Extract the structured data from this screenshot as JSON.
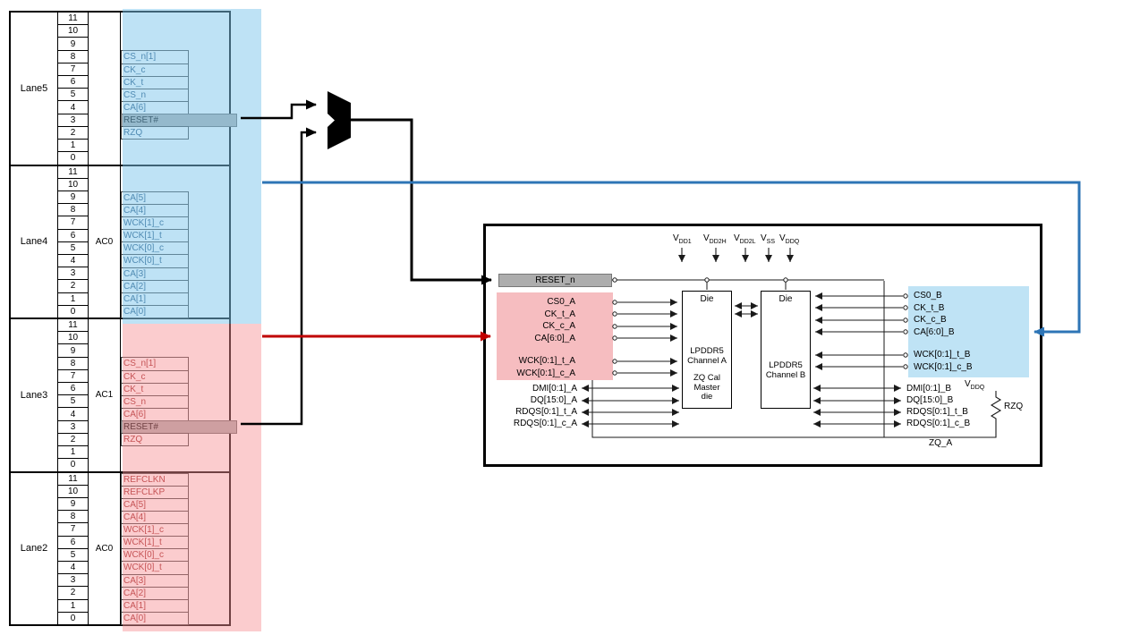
{
  "colors": {
    "blue-overlay": "rgba(125,198,236,0.5)",
    "pink-overlay": "rgba(246,142,146,0.45)",
    "blue-text": "#1f4e79",
    "red-text": "#9c1f1f",
    "gray-fill": "#adadad",
    "chip-pink": "#f6bdc0",
    "chip-blue": "#bfe3f5",
    "arrow-red": "#c00000",
    "arrow-blue": "#2e75b6"
  },
  "lanes": [
    {
      "name": "Lane5",
      "ac": "",
      "tint": "blue",
      "pins": [
        {
          "n": 11,
          "signal": ""
        },
        {
          "n": 10,
          "signal": ""
        },
        {
          "n": 9,
          "signal": ""
        },
        {
          "n": 8,
          "signal": "CS_n[1]"
        },
        {
          "n": 7,
          "signal": "CK_c"
        },
        {
          "n": 6,
          "signal": "CK_t"
        },
        {
          "n": 5,
          "signal": "CS_n"
        },
        {
          "n": 4,
          "signal": "CA[6]"
        },
        {
          "n": 3,
          "signal": "RESET#",
          "reset": true
        },
        {
          "n": 2,
          "signal": "RZQ"
        },
        {
          "n": 1,
          "signal": ""
        },
        {
          "n": 0,
          "signal": ""
        }
      ]
    },
    {
      "name": "Lane4",
      "ac": "AC0",
      "tint": "blue",
      "pins": [
        {
          "n": 11,
          "signal": ""
        },
        {
          "n": 10,
          "signal": ""
        },
        {
          "n": 9,
          "signal": "CA[5]"
        },
        {
          "n": 8,
          "signal": "CA[4]"
        },
        {
          "n": 7,
          "signal": "WCK[1]_c"
        },
        {
          "n": 6,
          "signal": "WCK[1]_t"
        },
        {
          "n": 5,
          "signal": "WCK[0]_c"
        },
        {
          "n": 4,
          "signal": "WCK[0]_t"
        },
        {
          "n": 3,
          "signal": "CA[3]"
        },
        {
          "n": 2,
          "signal": "CA[2]"
        },
        {
          "n": 1,
          "signal": "CA[1]"
        },
        {
          "n": 0,
          "signal": "CA[0]"
        }
      ]
    },
    {
      "name": "Lane3",
      "ac": "AC1",
      "tint": "red",
      "pins": [
        {
          "n": 11,
          "signal": ""
        },
        {
          "n": 10,
          "signal": ""
        },
        {
          "n": 9,
          "signal": ""
        },
        {
          "n": 8,
          "signal": "CS_n[1]"
        },
        {
          "n": 7,
          "signal": "CK_c"
        },
        {
          "n": 6,
          "signal": "CK_t"
        },
        {
          "n": 5,
          "signal": "CS_n"
        },
        {
          "n": 4,
          "signal": "CA[6]"
        },
        {
          "n": 3,
          "signal": "RESET#",
          "reset": true
        },
        {
          "n": 2,
          "signal": "RZQ"
        },
        {
          "n": 1,
          "signal": ""
        },
        {
          "n": 0,
          "signal": ""
        }
      ]
    },
    {
      "name": "Lane2",
      "ac": "AC0",
      "tint": "red",
      "pins": [
        {
          "n": 11,
          "signal": "REFCLKN"
        },
        {
          "n": 10,
          "signal": "REFCLKP"
        },
        {
          "n": 9,
          "signal": "CA[5]"
        },
        {
          "n": 8,
          "signal": "CA[4]"
        },
        {
          "n": 7,
          "signal": "WCK[1]_c"
        },
        {
          "n": 6,
          "signal": "WCK[1]_t"
        },
        {
          "n": 5,
          "signal": "WCK[0]_c"
        },
        {
          "n": 4,
          "signal": "WCK[0]_t"
        },
        {
          "n": 3,
          "signal": "CA[3]"
        },
        {
          "n": 2,
          "signal": "CA[2]"
        },
        {
          "n": 1,
          "signal": "CA[1]"
        },
        {
          "n": 0,
          "signal": "CA[0]"
        }
      ]
    }
  ],
  "chip": {
    "supplies": [
      {
        "prefix": "V",
        "sub": "DD1"
      },
      {
        "prefix": "V",
        "sub": "DD2H"
      },
      {
        "prefix": "V",
        "sub": "DD2L"
      },
      {
        "prefix": "V",
        "sub": "SS"
      },
      {
        "prefix": "V",
        "sub": "DDQ"
      }
    ],
    "reset_label": "RESET_n",
    "die_a": {
      "title": "Die",
      "channel_lines": [
        "LPDDR5",
        "Channel A"
      ],
      "extra_lines": [
        "ZQ Cal",
        "Master",
        "die"
      ]
    },
    "die_b": {
      "title": "Die",
      "channel_lines": [
        "LPDDR5",
        "Channel B"
      ],
      "extra_lines": []
    },
    "channel_a_inputs": [
      "CS0_A",
      "CK_t_A",
      "CK_c_A",
      "CA[6:0]_A",
      "WCK[0:1]_t_A",
      "WCK[0:1]_c_A"
    ],
    "channel_a_dq": [
      "DMI[0:1]_A",
      "DQ[15:0]_A",
      "RDQS[0:1]_t_A",
      "RDQS[0:1]_c_A"
    ],
    "channel_b_inputs": [
      "CS0_B",
      "CK_t_B",
      "CK_c_B",
      "CA[6:0]_B",
      "WCK[0:1]_t_B",
      "WCK[0:1]_c_B"
    ],
    "channel_b_dq": [
      "DMI[0:1]_B",
      "DQ[15:0]_B",
      "RDQS[0:1]_t_B",
      "RDQS[0:1]_c_B"
    ],
    "vddq": {
      "prefix": "V",
      "sub": "DDQ"
    },
    "rzq_label": "RZQ",
    "zq_a_label": "ZQ_A"
  }
}
